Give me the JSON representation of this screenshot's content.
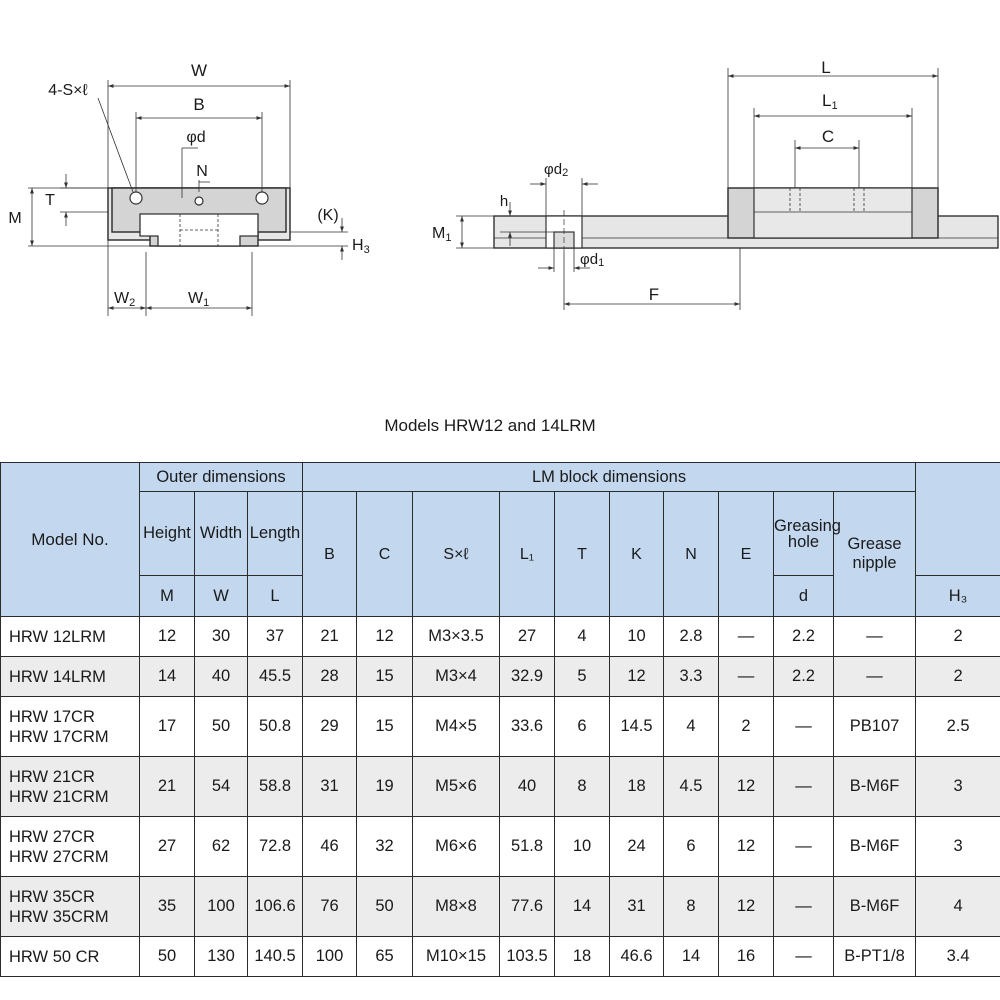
{
  "drawing": {
    "front_labels": {
      "w": "W",
      "b": "B",
      "phi_d": "φd",
      "n": "N",
      "s": "4-S×ℓ",
      "t": "T",
      "m": "M",
      "k": "(K)",
      "h3": "H",
      "h3_sub": "3",
      "w2": "W",
      "w2_sub": "2",
      "w1": "W",
      "w1_sub": "1"
    },
    "side_labels": {
      "l": "L",
      "l1": "L",
      "l1_sub": "1",
      "c": "C",
      "phi_d2": "φd",
      "phi_d2_sub": "2",
      "h": "h",
      "m1": "M",
      "m1_sub": "1",
      "phi_d1": "φd",
      "phi_d1_sub": "1",
      "f": "F"
    }
  },
  "caption": "Models HRW12 and 14LRM",
  "table": {
    "head": {
      "model_no": "Model No.",
      "outer_dimensions": "Outer dimensions",
      "lm_block_dimensions": "LM block dimensions",
      "height": "Height",
      "width": "Width",
      "length": "Length",
      "greasing_hole": "Greasing hole",
      "grease_nipple": "Grease nipple",
      "symbols": [
        "M",
        "W",
        "L",
        "B",
        "C",
        "S×ℓ",
        "L₁",
        "T",
        "K",
        "N",
        "E",
        "d",
        "H₃"
      ]
    },
    "rows": [
      {
        "model": [
          "HRW 12LRM"
        ],
        "values": [
          "12",
          "30",
          "37",
          "21",
          "12",
          "M3×3.5",
          "27",
          "4",
          "10",
          "2.8",
          "—",
          "2.2",
          "—",
          "2"
        ]
      },
      {
        "model": [
          "HRW 14LRM"
        ],
        "values": [
          "14",
          "40",
          "45.5",
          "28",
          "15",
          "M3×4",
          "32.9",
          "5",
          "12",
          "3.3",
          "—",
          "2.2",
          "—",
          "2"
        ]
      },
      {
        "model": [
          "HRW 17CR",
          "HRW 17CRM"
        ],
        "values": [
          "17",
          "50",
          "50.8",
          "29",
          "15",
          "M4×5",
          "33.6",
          "6",
          "14.5",
          "4",
          "2",
          "—",
          "PB107",
          "2.5"
        ]
      },
      {
        "model": [
          "HRW 21CR",
          "HRW 21CRM"
        ],
        "values": [
          "21",
          "54",
          "58.8",
          "31",
          "19",
          "M5×6",
          "40",
          "8",
          "18",
          "4.5",
          "12",
          "—",
          "B-M6F",
          "3"
        ]
      },
      {
        "model": [
          "HRW 27CR",
          "HRW 27CRM"
        ],
        "values": [
          "27",
          "62",
          "72.8",
          "46",
          "32",
          "M6×6",
          "51.8",
          "10",
          "24",
          "6",
          "12",
          "—",
          "B-M6F",
          "3"
        ]
      },
      {
        "model": [
          "HRW 35CR",
          "HRW 35CRM"
        ],
        "values": [
          "35",
          "100",
          "106.6",
          "76",
          "50",
          "M8×8",
          "77.6",
          "14",
          "31",
          "8",
          "12",
          "—",
          "B-M6F",
          "4"
        ]
      },
      {
        "model": [
          "HRW 50 CR"
        ],
        "values": [
          "50",
          "130",
          "140.5",
          "100",
          "65",
          "M10×15",
          "103.5",
          "18",
          "46.6",
          "14",
          "16",
          "—",
          "B-PT1/8",
          "3.4"
        ]
      }
    ]
  }
}
